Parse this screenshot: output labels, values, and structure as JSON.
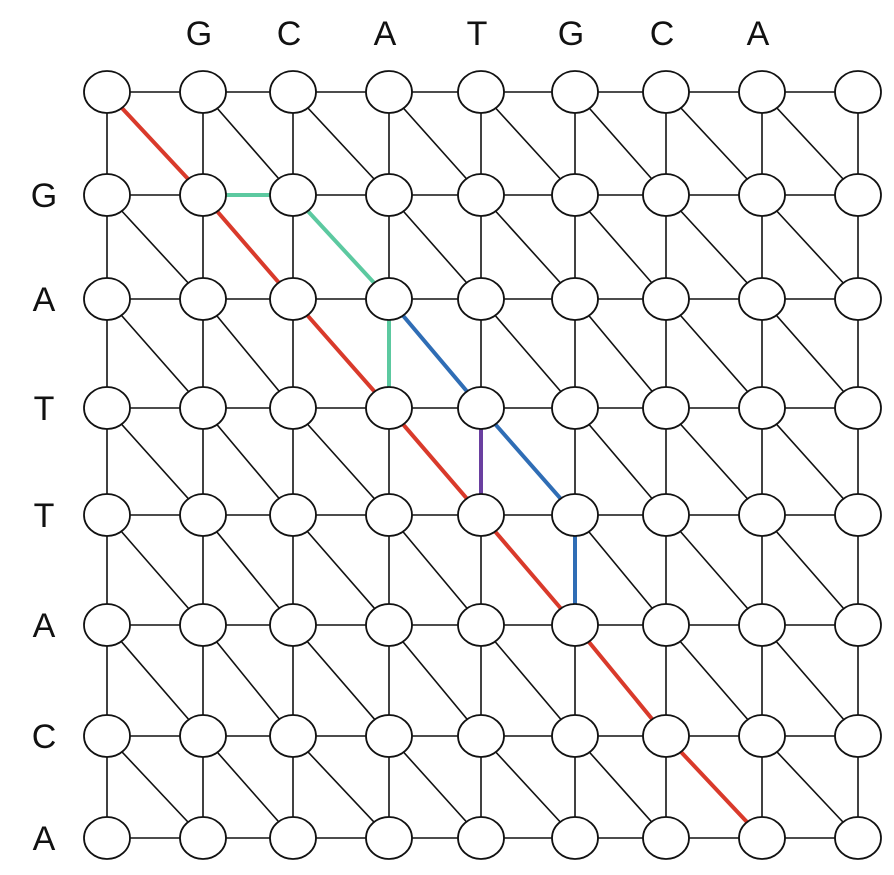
{
  "sequences": {
    "top": [
      "G",
      "C",
      "A",
      "T",
      "G",
      "C",
      "A"
    ],
    "left": [
      "G",
      "A",
      "T",
      "T",
      "A",
      "C",
      "A"
    ]
  },
  "grid": {
    "columns": 9,
    "rows": 8
  },
  "colors": {
    "node_fill": "#ffffff",
    "node_stroke": "#111111",
    "endpoint_fill": "#c8f5e4",
    "red_path": "#d93a2b",
    "teal_path": "#5cc9a0",
    "blue_path": "#2f6db5",
    "purple_path": "#6a3fa0"
  },
  "endpoints": [
    {
      "row": 0,
      "col": 0
    },
    {
      "row": 7,
      "col": 7
    }
  ],
  "paths": [
    {
      "color": "red_path",
      "points": [
        [
          0,
          0
        ],
        [
          1,
          1
        ],
        [
          2,
          2
        ],
        [
          3,
          3
        ],
        [
          4,
          4
        ],
        [
          5,
          5
        ],
        [
          6,
          6
        ],
        [
          7,
          7
        ]
      ]
    },
    {
      "color": "teal_path",
      "points": [
        [
          1,
          1
        ],
        [
          1,
          2
        ],
        [
          2,
          3
        ],
        [
          3,
          3
        ]
      ]
    },
    {
      "color": "blue_path",
      "points": [
        [
          2,
          3
        ],
        [
          3,
          4
        ],
        [
          4,
          5
        ],
        [
          5,
          5
        ]
      ]
    },
    {
      "color": "purple_path",
      "points": [
        [
          3,
          4
        ],
        [
          4,
          4
        ]
      ]
    }
  ]
}
